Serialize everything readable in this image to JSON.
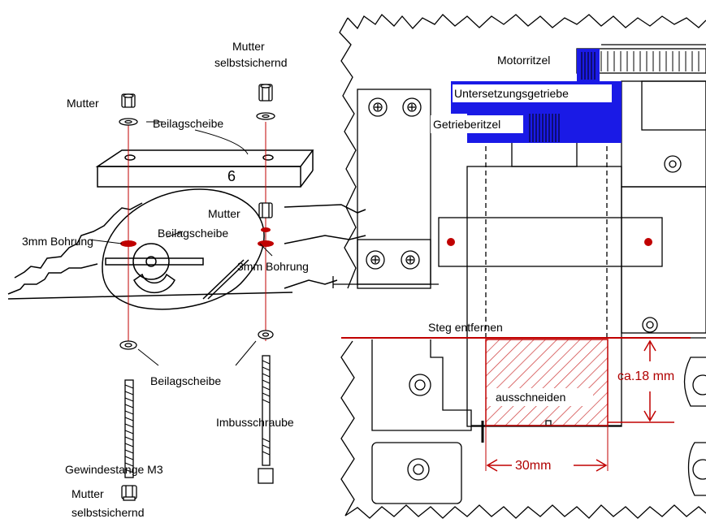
{
  "labels": {
    "mutter_left": "Mutter",
    "mutter_top_right": "Mutter",
    "selbstsichernd_top": "selbstsichernd",
    "beilagscheibe_top": "Beilagscheibe",
    "plate_number": "6",
    "mutter_mid": "Mutter",
    "beilagscheibe_mid": "Beilagscheibe",
    "bohrung_left": "3mm Bohrung",
    "bohrung_right": "3mm Bohrung",
    "beilagscheibe_bottom": "Beilagscheibe",
    "imbusschraube": "Imbusschraube",
    "gewindestange": "Gewindestange M3",
    "mutter_bottom": "Mutter",
    "selbstsichernd_bottom": "selbstsichernd",
    "motorritzel": "Motorritzel",
    "untersetzungsgetriebe": "Untersetzungsgetriebe",
    "getrieberitzel": "Getrieberitzel",
    "steg_entfernen": "Steg entfernen",
    "ca_18mm": "ca.18 mm",
    "ausschneiden": "ausschneiden",
    "dim_30mm": "30mm"
  },
  "colors": {
    "line": "#000000",
    "red": "#c00000",
    "blue": "#1a1ae6",
    "hatch": "#d04040"
  },
  "icons": [
    "hex-nut-icon",
    "washer-icon",
    "screw-head-icon",
    "red-hole-icon"
  ]
}
